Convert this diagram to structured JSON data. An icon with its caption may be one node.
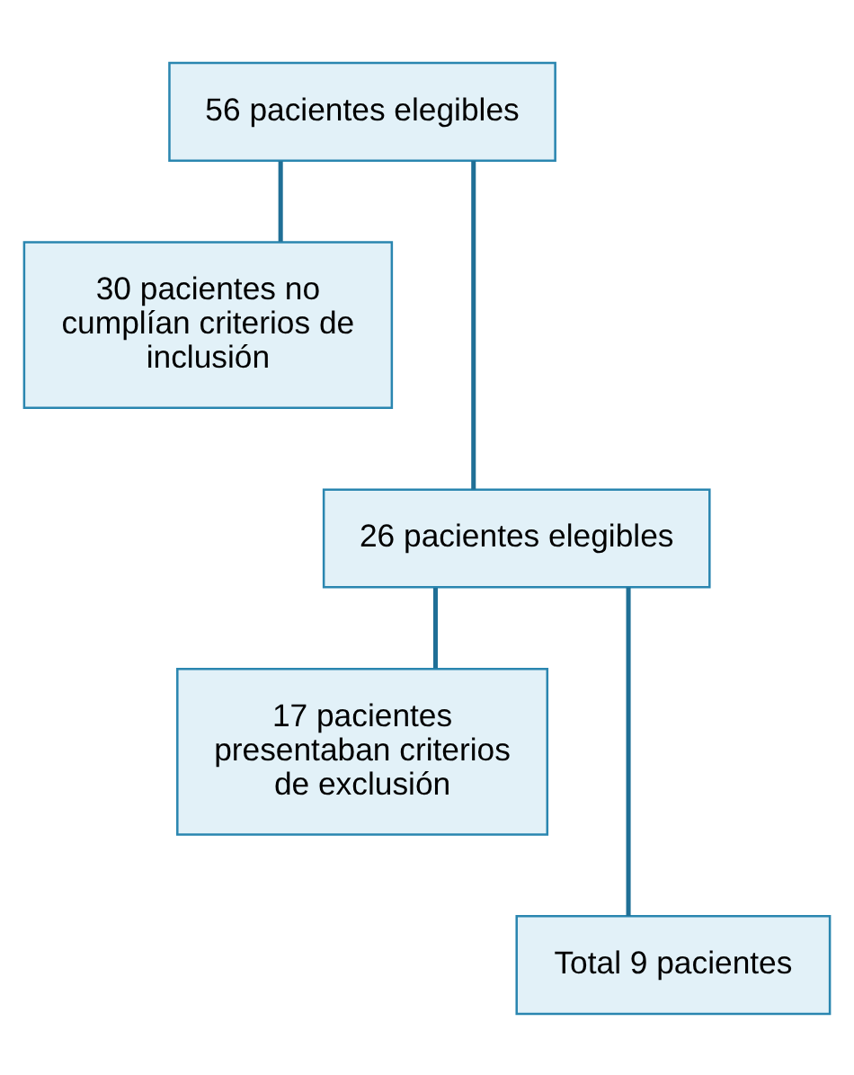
{
  "diagram": {
    "nodes": [
      {
        "text": [
          "56 pacientes elegibles"
        ]
      },
      {
        "text": [
          "30 pacientes no cumplían criterios de inclusión"
        ]
      },
      {
        "text": [
          "26 pacientes elegibles"
        ]
      },
      {
        "text": [
          "17 pacientes presentaban criterios de exclusión"
        ]
      },
      {
        "text": [
          "Total 9 pacientes"
        ]
      }
    ],
    "edges": [
      {
        "from": 0,
        "to": 1,
        "arrow": "none"
      },
      {
        "from": 0,
        "to": 2,
        "arrow": "none"
      },
      {
        "from": 2,
        "to": 3,
        "arrow": "none"
      },
      {
        "from": 2,
        "to": 4,
        "arrow": "none"
      }
    ]
  }
}
